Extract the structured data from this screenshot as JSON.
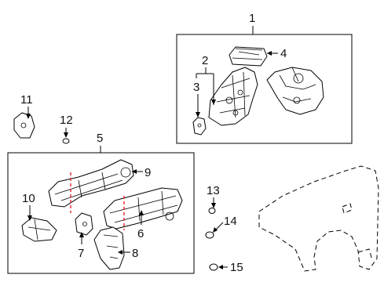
{
  "callouts": [
    {
      "id": "c1",
      "label": "1"
    },
    {
      "id": "c2",
      "label": "2"
    },
    {
      "id": "c3",
      "label": "3"
    },
    {
      "id": "c4",
      "label": "4"
    },
    {
      "id": "c5",
      "label": "5"
    },
    {
      "id": "c6",
      "label": "6"
    },
    {
      "id": "c7",
      "label": "7"
    },
    {
      "id": "c8",
      "label": "8"
    },
    {
      "id": "c9",
      "label": "9"
    },
    {
      "id": "c10",
      "label": "10"
    },
    {
      "id": "c11",
      "label": "11"
    },
    {
      "id": "c12",
      "label": "12"
    },
    {
      "id": "c13",
      "label": "13"
    },
    {
      "id": "c14",
      "label": "14"
    },
    {
      "id": "c15",
      "label": "15"
    }
  ],
  "colors": {
    "line": "#000000",
    "cut_line": "#e8242c",
    "background": "#ffffff"
  }
}
